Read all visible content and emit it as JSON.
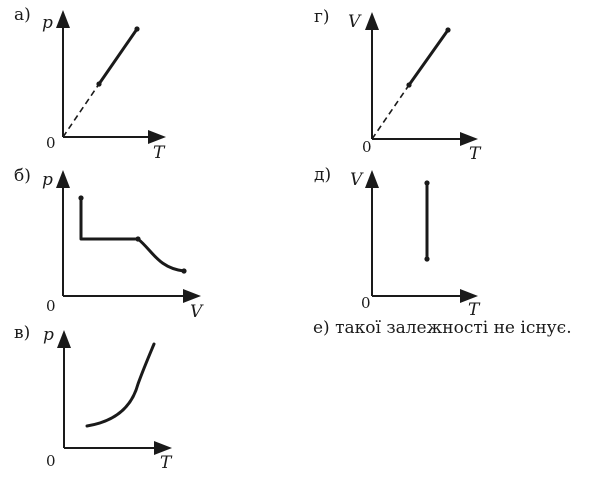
{
  "panels": [
    {
      "id": "a",
      "label": "а)",
      "y_axis": "p",
      "x_axis": "T",
      "origin": "0",
      "graph": "line-through-origin"
    },
    {
      "id": "b",
      "label": "б)",
      "y_axis": "p",
      "x_axis": "V",
      "origin": "0",
      "graph": "vertical-horizontal-hyperbola"
    },
    {
      "id": "v",
      "label": "в)",
      "y_axis": "p",
      "x_axis": "T",
      "origin": "0",
      "graph": "increasing-curve"
    },
    {
      "id": "g",
      "label": "г)",
      "y_axis": "V",
      "x_axis": "T",
      "origin": "0",
      "graph": "line-through-origin"
    },
    {
      "id": "d",
      "label": "д)",
      "y_axis": "V",
      "x_axis": "T",
      "origin": "0",
      "graph": "vertical-segment"
    }
  ],
  "option_e": {
    "label": "е)",
    "text": "такої залежності не існує."
  }
}
